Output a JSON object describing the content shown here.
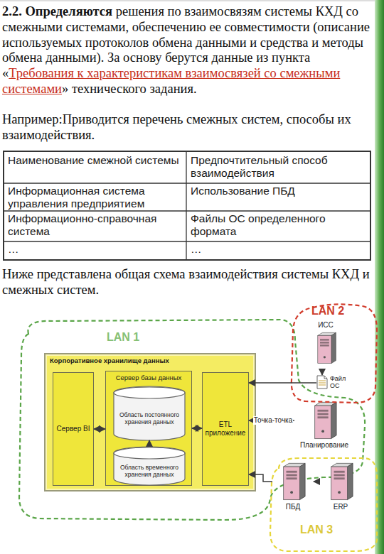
{
  "diagram": {
    "nodes": [
      {
        "text": [
          "LAN 1"
        ]
      },
      {
        "text": [
          "Корпоративное хранилище данных"
        ],
        "in": 0
      },
      {
        "text": [
          "Сервер BI"
        ],
        "in": 1
      },
      {
        "text": [
          "Сервер базы данных"
        ],
        "in": 1
      },
      {
        "text": [
          "Область постоянного хранения данных"
        ],
        "in": 3
      },
      {
        "text": [
          "Область временного хранения данных"
        ],
        "in": 3
      },
      {
        "text": [
          "ETL приложение"
        ],
        "in": 1
      },
      {
        "text": [
          "LAN 2"
        ]
      },
      {
        "text": [
          "ИСС"
        ],
        "in": 7
      },
      {
        "text": [
          "Файл ОС"
        ]
      },
      {
        "text": [
          "Планирование"
        ],
        "in": 0
      },
      {
        "text": [
          "LAN 3"
        ]
      },
      {
        "text": [
          "ПБД"
        ],
        "in": 11
      },
      {
        "text": [
          "ERP"
        ],
        "in": 11
      }
    ],
    "edges": [
      {
        "from": 2,
        "to": 3,
        "arrow": "both"
      },
      {
        "from": 3,
        "to": 6,
        "arrow": "both"
      },
      {
        "from": 5,
        "to": 4,
        "arrow": "to"
      },
      {
        "from": 8,
        "to": 9,
        "arrow": "to"
      },
      {
        "from": 9,
        "to": 6,
        "arrow": "to"
      },
      {
        "from": 10,
        "to": 6,
        "label": "Точка-точка",
        "arrow": "to"
      },
      {
        "from": 13,
        "to": 12,
        "arrow": "to"
      },
      {
        "from": 12,
        "to": 6,
        "arrow": "to"
      }
    ],
    "labels": [
      "2.2. Определяются",
      "решения по взаимосвязям системы КХД со смежными системами, обеспечению ее совместимости (описание используемых протоколов обмена данными и средства и методы обмена данными). За основу берутся данные из пункта «",
      "Требования к характеристикам взаимосвязей со смежными системами",
      "» технического задания.",
      "",
      "Например:Приводится перечень смежных систем, способы их взаимодействия.",
      "Наименование смежной системы",
      "Предпочтительный способ взаимодействия",
      "Информационная система управления предприятием",
      "Использование ПБД",
      "Информационно-справочная система",
      "Файлы ОС определенного формата",
      "…",
      "…",
      "Ниже представлена общая схема взаимодействия системы КХД и смежных систем."
    ]
  }
}
